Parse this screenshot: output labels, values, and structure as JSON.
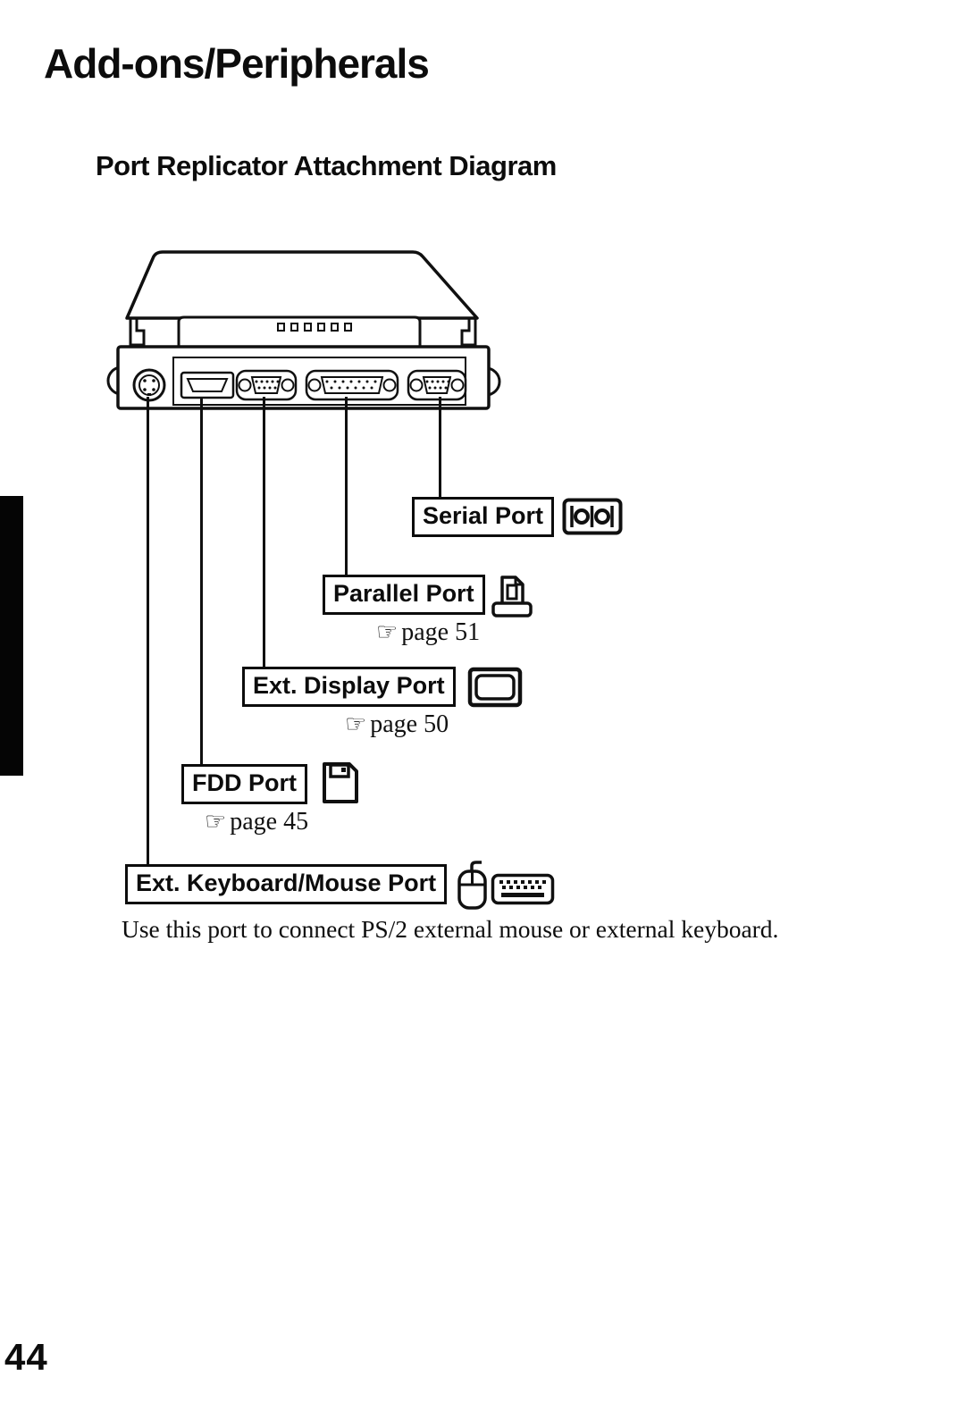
{
  "page": {
    "title": "Add-ons/Peripherals",
    "section_title": "Port Replicator Attachment Diagram",
    "footnote": "Use this port to connect PS/2 external mouse or external keyboard.",
    "page_number": "44"
  },
  "diagram": {
    "pointer_glyph": "☞",
    "labels": [
      {
        "label": "Serial Port",
        "icon": "serial-connector-icon",
        "page_ref": ""
      },
      {
        "label": "Parallel Port",
        "icon": "printer-icon",
        "page_ref": "page 51"
      },
      {
        "label": "Ext. Display Port",
        "icon": "monitor-icon",
        "page_ref": "page 50"
      },
      {
        "label": "FDD Port",
        "icon": "floppy-disk-icon",
        "page_ref": "page 45"
      },
      {
        "label": "Ext. Keyboard/Mouse Port",
        "icon": "mouse-icon, keyboard-icon",
        "page_ref": ""
      }
    ]
  },
  "colors": {
    "ink": "#101010",
    "paper": "#ffffff"
  }
}
